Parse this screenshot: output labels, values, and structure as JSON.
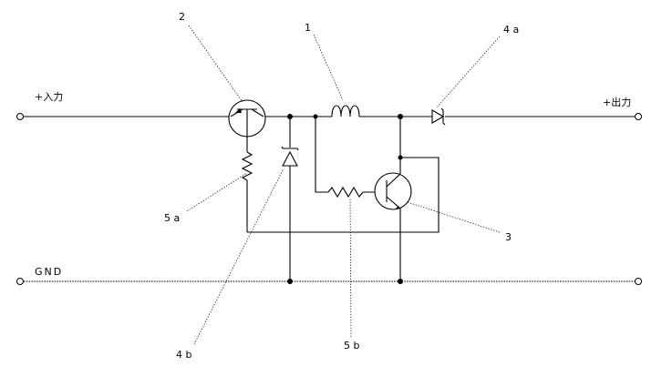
{
  "labels": {
    "input": "+入力",
    "output": "+出力",
    "gnd": "GND",
    "ref_1": "1",
    "ref_2": "2",
    "ref_3": "3",
    "ref_4a": "4 a",
    "ref_4b": "4 b",
    "ref_5a": "5 a",
    "ref_5b": "5 b"
  },
  "components": [
    {
      "ref": "1",
      "type": "inductor-icon"
    },
    {
      "ref": "2",
      "type": "pnp-transistor-icon"
    },
    {
      "ref": "3",
      "type": "npn-transistor-icon"
    },
    {
      "ref": "4 a",
      "type": "diode-icon"
    },
    {
      "ref": "4 b",
      "type": "zener-diode-icon"
    },
    {
      "ref": "5 a",
      "type": "resistor-icon"
    },
    {
      "ref": "5 b",
      "type": "resistor-icon"
    }
  ]
}
